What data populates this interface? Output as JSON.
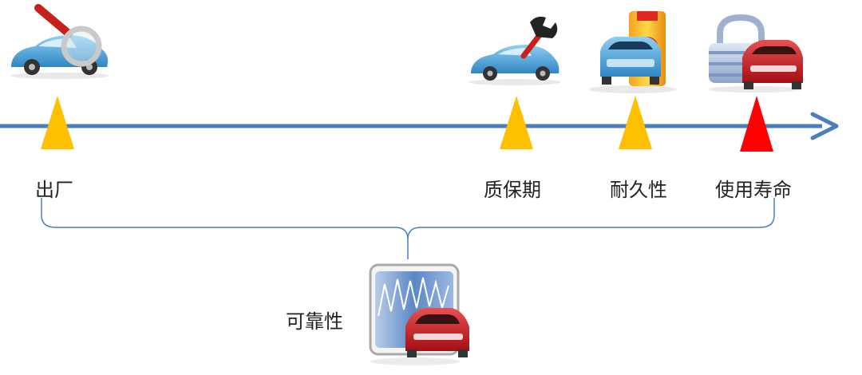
{
  "timeline": {
    "milestones": [
      {
        "label": "出厂",
        "marker_color": "#FFC000",
        "icon": "car-magnifier-icon"
      },
      {
        "label": "质保期",
        "marker_color": "#FFC000",
        "icon": "car-wrench-icon"
      },
      {
        "label": "耐久性",
        "marker_color": "#FFC000",
        "icon": "car-battery-icon"
      },
      {
        "label": "使用寿命",
        "marker_color": "#FF0000",
        "icon": "car-padlock-icon"
      }
    ],
    "axis_color": "#4A7EC0"
  },
  "reliability": {
    "label": "可靠性",
    "icon": "car-chart-icon"
  }
}
